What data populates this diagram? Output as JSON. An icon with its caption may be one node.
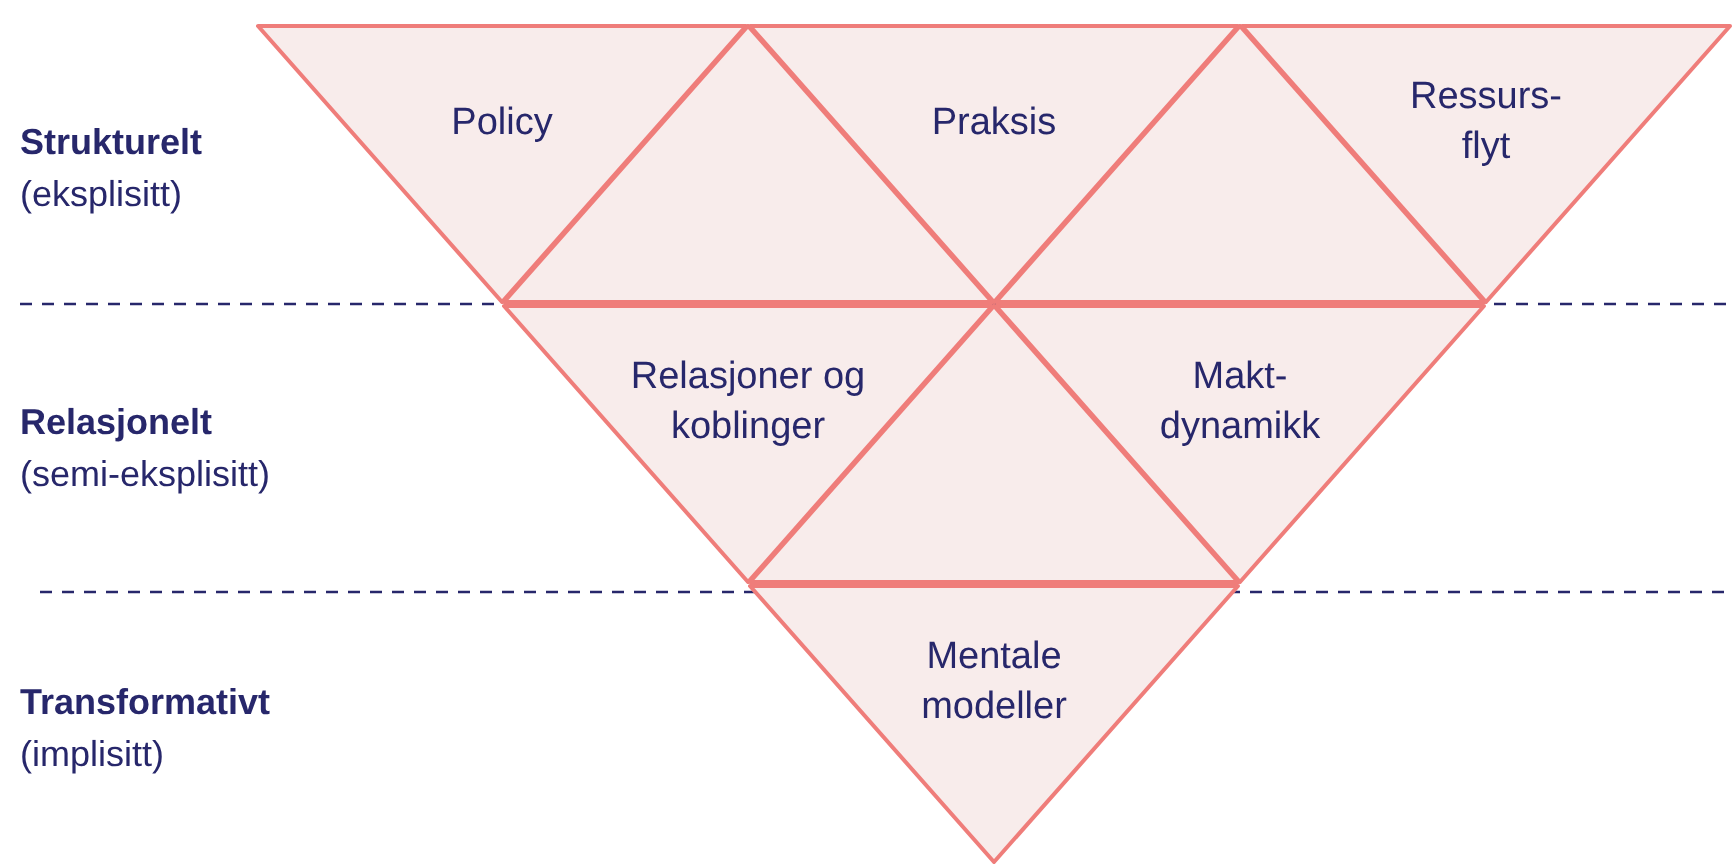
{
  "diagram": {
    "nodes": [
      {
        "text": [
          "Policy"
        ]
      },
      {
        "text": [],
        "shape": "triangle"
      },
      {
        "text": [
          "Praksis"
        ]
      },
      {
        "text": [],
        "shape": "triangle"
      },
      {
        "text": [
          "Ressurs- flyt"
        ]
      },
      {
        "text": [
          "Relasjoner og koblinger"
        ]
      },
      {
        "text": [],
        "shape": "triangle"
      },
      {
        "text": [
          "Makt- dynamikk"
        ]
      },
      {
        "text": [
          "Mentale modeller"
        ]
      }
    ],
    "labels": [
      "Strukturelt",
      "(eksplisitt)",
      "Relasjonelt",
      "(semi-eksplisitt)",
      "Transformativt",
      "(implisitt)"
    ]
  }
}
